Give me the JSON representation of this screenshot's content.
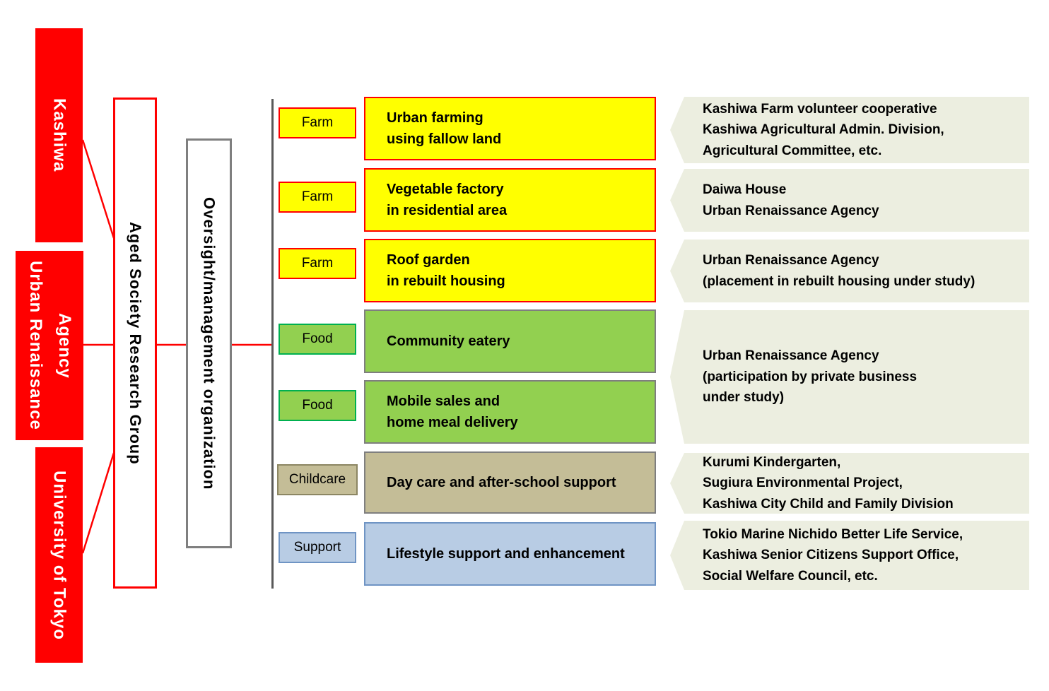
{
  "partners_left": {
    "kashiwa": "Kashiwa",
    "ura": "Urban Renaissance\nAgency",
    "utokyo": "University of Tokyo"
  },
  "org": {
    "research_group": "Aged Society Research Group",
    "oversight": "Oversight/management organization"
  },
  "programs": [
    {
      "category": "Farm",
      "title": "Urban farming\nusing fallow land"
    },
    {
      "category": "Farm",
      "title": "Vegetable factory\nin residential area"
    },
    {
      "category": "Farm",
      "title": "Roof garden\nin rebuilt housing"
    },
    {
      "category": "Food",
      "title": "Community eatery"
    },
    {
      "category": "Food",
      "title": "Mobile sales and\nhome meal delivery"
    },
    {
      "category": "Childcare",
      "title": "Day care and after-school support"
    },
    {
      "category": "Support",
      "title": "Lifestyle support and enhancement"
    }
  ],
  "providers": [
    {
      "text": "Kashiwa Farm volunteer cooperative\nKashiwa Agricultural Admin. Division,\nAgricultural Committee, etc."
    },
    {
      "text": "Daiwa House\nUrban Renaissance Agency"
    },
    {
      "text": "Urban Renaissance Agency\n(placement in rebuilt housing under study)"
    },
    {
      "text": "Urban Renaissance Agency\n(participation by private business\nunder study)"
    },
    {
      "text": "Kurumi Kindergarten,\nSugiura Environmental Project,\nKashiwa City Child and Family Division"
    },
    {
      "text": "Tokio Marine Nichido Better Life Service,\nKashiwa Senior Citizens Support Office,\nSocial Welfare Council, etc."
    }
  ],
  "colors": {
    "red": "#ff0000",
    "yellow": "#ffff00",
    "green": "#92d050",
    "green_border": "#00b050",
    "tan": "#c4bd97",
    "tan_border": "#8c8663",
    "blue": "#b8cce4",
    "blue_border": "#6f94c4",
    "provider": "#eceee0",
    "trunk": "#595959",
    "outline_gray": "#7f7f7f"
  }
}
